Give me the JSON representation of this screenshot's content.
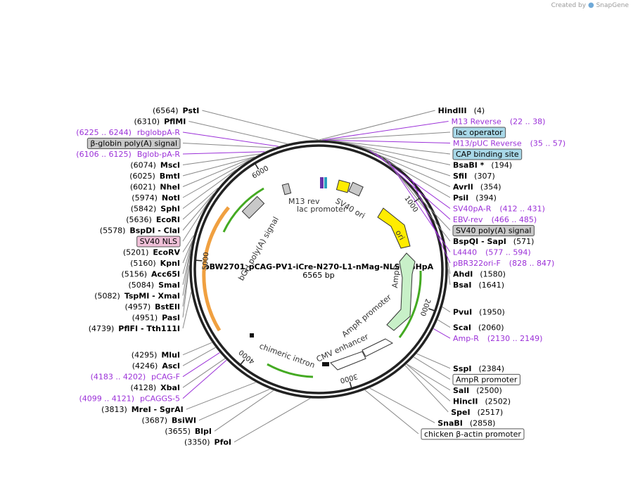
{
  "brand": {
    "created_by": "Created by",
    "app": "SnapGene"
  },
  "plasmid": {
    "name": "pBW2701_pCAG-PV1-iCre-N270-L1-nMag-NLS-BGHpA",
    "length": "6565 bp",
    "total_bp": 6565
  },
  "colors": {
    "enzyme": "#000000",
    "primer": "#9b30d8",
    "ring": "#222222"
  },
  "ruler": [
    {
      "bp": 1000,
      "label": "1000"
    },
    {
      "bp": 2000,
      "label": "2000"
    },
    {
      "bp": 3000,
      "label": "3000"
    },
    {
      "bp": 4000,
      "label": "4000"
    },
    {
      "bp": 5000,
      "label": "5000"
    },
    {
      "bp": 6000,
      "label": "6000"
    }
  ],
  "enzymes": [
    {
      "name": "HindIII",
      "pos": "(4)",
      "bp": 4
    },
    {
      "name": "BsaBI *",
      "pos": "(194)",
      "bp": 194
    },
    {
      "name": "SfiI",
      "pos": "(307)",
      "bp": 307
    },
    {
      "name": "AvrII",
      "pos": "(354)",
      "bp": 354
    },
    {
      "name": "PsiI",
      "pos": "(394)",
      "bp": 394
    },
    {
      "name": "BspQI - SapI",
      "pos": "(571)",
      "bp": 571
    },
    {
      "name": "AhdI",
      "pos": "(1580)",
      "bp": 1580
    },
    {
      "name": "BsaI",
      "pos": "(1641)",
      "bp": 1641
    },
    {
      "name": "PvuI",
      "pos": "(1950)",
      "bp": 1950
    },
    {
      "name": "ScaI",
      "pos": "(2060)",
      "bp": 2060
    },
    {
      "name": "SspI",
      "pos": "(2384)",
      "bp": 2384
    },
    {
      "name": "SalI",
      "pos": "(2500)",
      "bp": 2500
    },
    {
      "name": "HincII",
      "pos": "(2502)",
      "bp": 2502
    },
    {
      "name": "SpeI",
      "pos": "(2517)",
      "bp": 2517
    },
    {
      "name": "SnaBI",
      "pos": "(2858)",
      "bp": 2858
    },
    {
      "name": "PfoI",
      "pos": "(3350)",
      "bp": 3350
    },
    {
      "name": "BlpI",
      "pos": "(3655)",
      "bp": 3655
    },
    {
      "name": "BsiWI",
      "pos": "(3687)",
      "bp": 3687
    },
    {
      "name": "MreI - SgrAI",
      "pos": "(3813)",
      "bp": 3813
    },
    {
      "name": "XbaI",
      "pos": "(4128)",
      "bp": 4128
    },
    {
      "name": "AscI",
      "pos": "(4246)",
      "bp": 4246
    },
    {
      "name": "MluI",
      "pos": "(4295)",
      "bp": 4295
    },
    {
      "name": "PflFI - Tth111I",
      "pos": "(4739)",
      "bp": 4739
    },
    {
      "name": "PasI",
      "pos": "(4951)",
      "bp": 4951
    },
    {
      "name": "BstEII",
      "pos": "(4957)",
      "bp": 4957
    },
    {
      "name": "TspMI - XmaI",
      "pos": "(5082)",
      "bp": 5082
    },
    {
      "name": "SmaI",
      "pos": "(5084)",
      "bp": 5084
    },
    {
      "name": "Acc65I",
      "pos": "(5156)",
      "bp": 5156
    },
    {
      "name": "KpnI",
      "pos": "(5160)",
      "bp": 5160
    },
    {
      "name": "EcoRV",
      "pos": "(5201)",
      "bp": 5201
    },
    {
      "name": "BspDI - ClaI",
      "pos": "(5578)",
      "bp": 5578
    },
    {
      "name": "EcoRI",
      "pos": "(5636)",
      "bp": 5636
    },
    {
      "name": "SphI",
      "pos": "(5842)",
      "bp": 5842
    },
    {
      "name": "NotI",
      "pos": "(5974)",
      "bp": 5974
    },
    {
      "name": "NheI",
      "pos": "(6021)",
      "bp": 6021
    },
    {
      "name": "BmtI",
      "pos": "(6025)",
      "bp": 6025
    },
    {
      "name": "MscI",
      "pos": "(6074)",
      "bp": 6074
    },
    {
      "name": "PflMI",
      "pos": "(6310)",
      "bp": 6310
    },
    {
      "name": "PstI",
      "pos": "(6564)",
      "bp": 6564
    }
  ],
  "primers": [
    {
      "name": "M13 Reverse",
      "pos": "(22 .. 38)",
      "bp": 30
    },
    {
      "name": "M13/pUC Reverse",
      "pos": "(35 .. 57)",
      "bp": 46
    },
    {
      "name": "SV40pA-R",
      "pos": "(412 .. 431)",
      "bp": 421
    },
    {
      "name": "EBV-rev",
      "pos": "(466 .. 485)",
      "bp": 475
    },
    {
      "name": "L4440",
      "pos": "(577 .. 594)",
      "bp": 585
    },
    {
      "name": "pBR322ori-F",
      "pos": "(828 .. 847)",
      "bp": 837
    },
    {
      "name": "Amp-R",
      "pos": "(2130 .. 2149)",
      "bp": 2140
    },
    {
      "name": "pCAG-F",
      "pos": "(4183 .. 4202)",
      "bp": 4192
    },
    {
      "name": "pCAGGS-5",
      "pos": "(4099 .. 4121)",
      "bp": 4110
    },
    {
      "name": "Bglob-pA-R",
      "pos": "(6106 .. 6125)",
      "bp": 6115
    },
    {
      "name": "rbglobpA-R",
      "pos": "(6225 .. 6244)",
      "bp": 6234
    }
  ],
  "boxed_features": [
    {
      "label": "lac operator",
      "fill": "#a8d8e8",
      "bp": 40
    },
    {
      "label": "CAP binding site",
      "fill": "#a8d8e8",
      "bp": 80
    },
    {
      "label": "SV40 poly(A) signal",
      "fill": "#c8c8c8",
      "bp": 520
    },
    {
      "label": "AmpR promoter",
      "fill": "#ffffff",
      "bp": 2420
    },
    {
      "label": "chicken β-actin promoter",
      "fill": "#ffffff",
      "bp": 2900
    },
    {
      "label": "SV40 NLS",
      "fill": "#f0c0d8",
      "bp": 5560
    },
    {
      "label": "β-globin poly(A) signal",
      "fill": "#c8c8c8",
      "bp": 6200
    }
  ],
  "inner_labels": [
    {
      "text": "M13 rev",
      "bp": 6470
    },
    {
      "text": "lac promoter",
      "bp": 6520
    },
    {
      "text": "SV40 ori",
      "bp": 430
    },
    {
      "text": "ori",
      "bp": 1050
    },
    {
      "text": "AmpR",
      "bp": 1850
    },
    {
      "text": "AmpR promoter",
      "bp": 2300
    },
    {
      "text": "CMV enhancer",
      "bp": 2750
    },
    {
      "text": "chimeric intron",
      "bp": 3500
    },
    {
      "text": "bGH poly(A) signal",
      "bp": 5850
    }
  ]
}
